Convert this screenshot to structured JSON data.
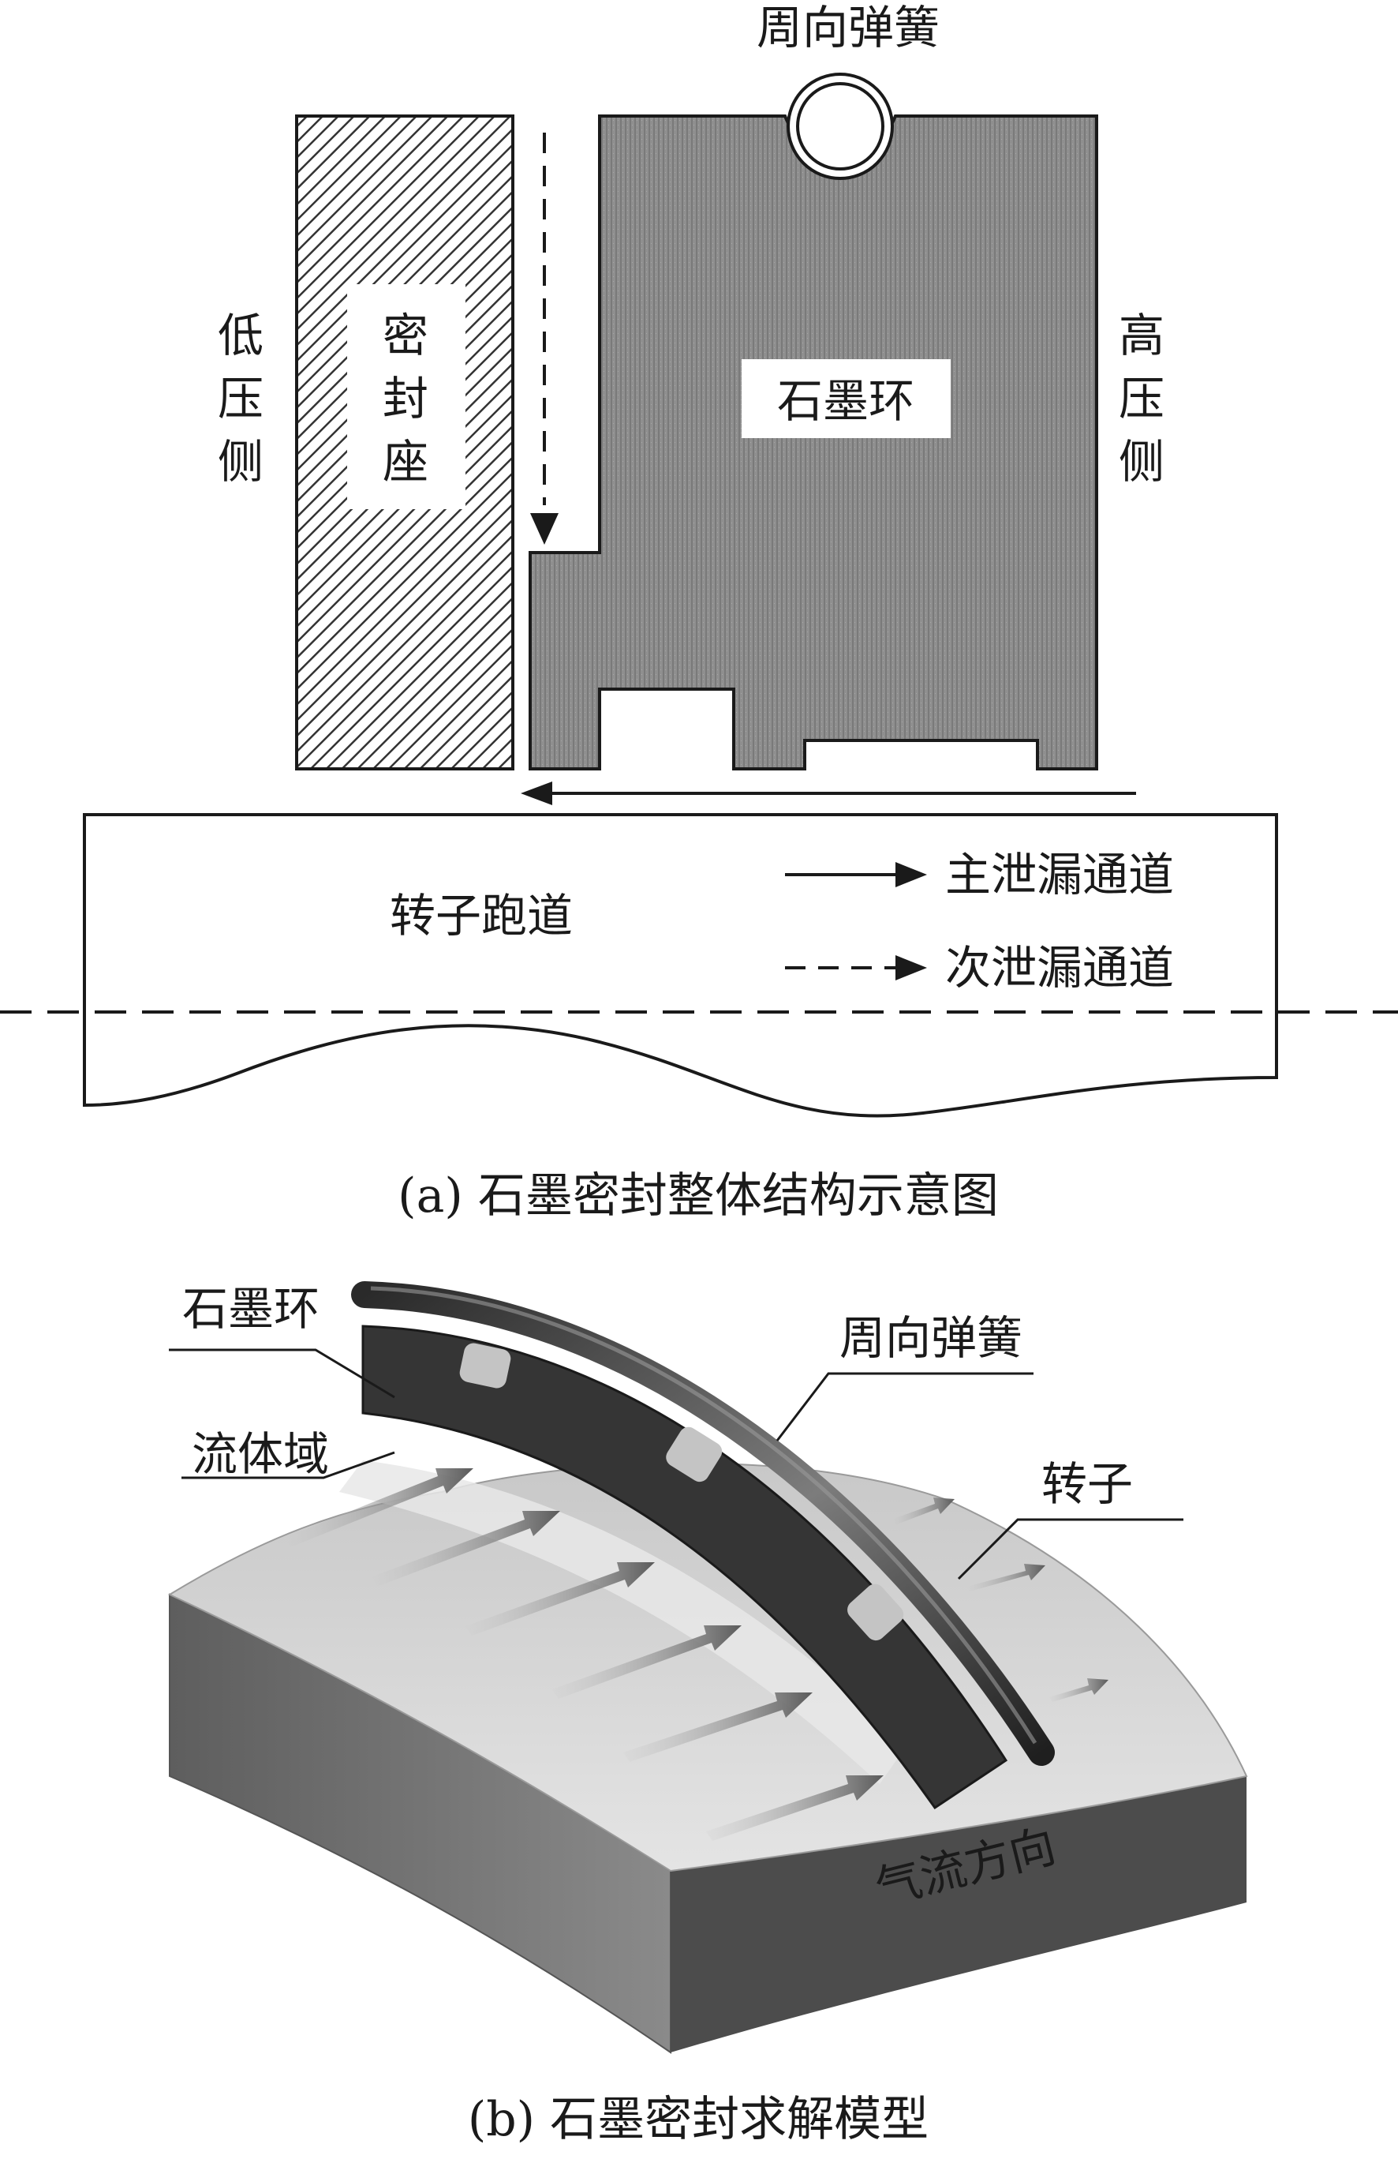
{
  "figure_a": {
    "caption": "(a) 石墨密封整体结构示意图",
    "spring_label": "周向弹簧",
    "seal_seat_chars": [
      "密",
      "封",
      "座"
    ],
    "graphite_ring_label": "石墨环",
    "low_pressure_chars": [
      "低",
      "压",
      "侧"
    ],
    "high_pressure_chars": [
      "高",
      "压",
      "侧"
    ],
    "rotor_label": "转子跑道",
    "legend": {
      "primary": "主泄漏通道",
      "secondary": "次泄漏通道"
    }
  },
  "figure_b": {
    "caption": "(b) 石墨密封求解模型",
    "graphite_ring_label": "石墨环",
    "spring_label": "周向弹簧",
    "fluid_label": "流体域",
    "rotor_label": "转子",
    "flow_label": "气流方向"
  },
  "colors": {
    "line": "#1a1a1a",
    "graphite_fill": "#8c8c8c",
    "seat_hatch": "#333333",
    "ring_dark": "#3a3a3a",
    "rotor_top": "#d6d6d6",
    "rotor_side": "#6e6e6e",
    "arrow": "#6a6a6a"
  }
}
